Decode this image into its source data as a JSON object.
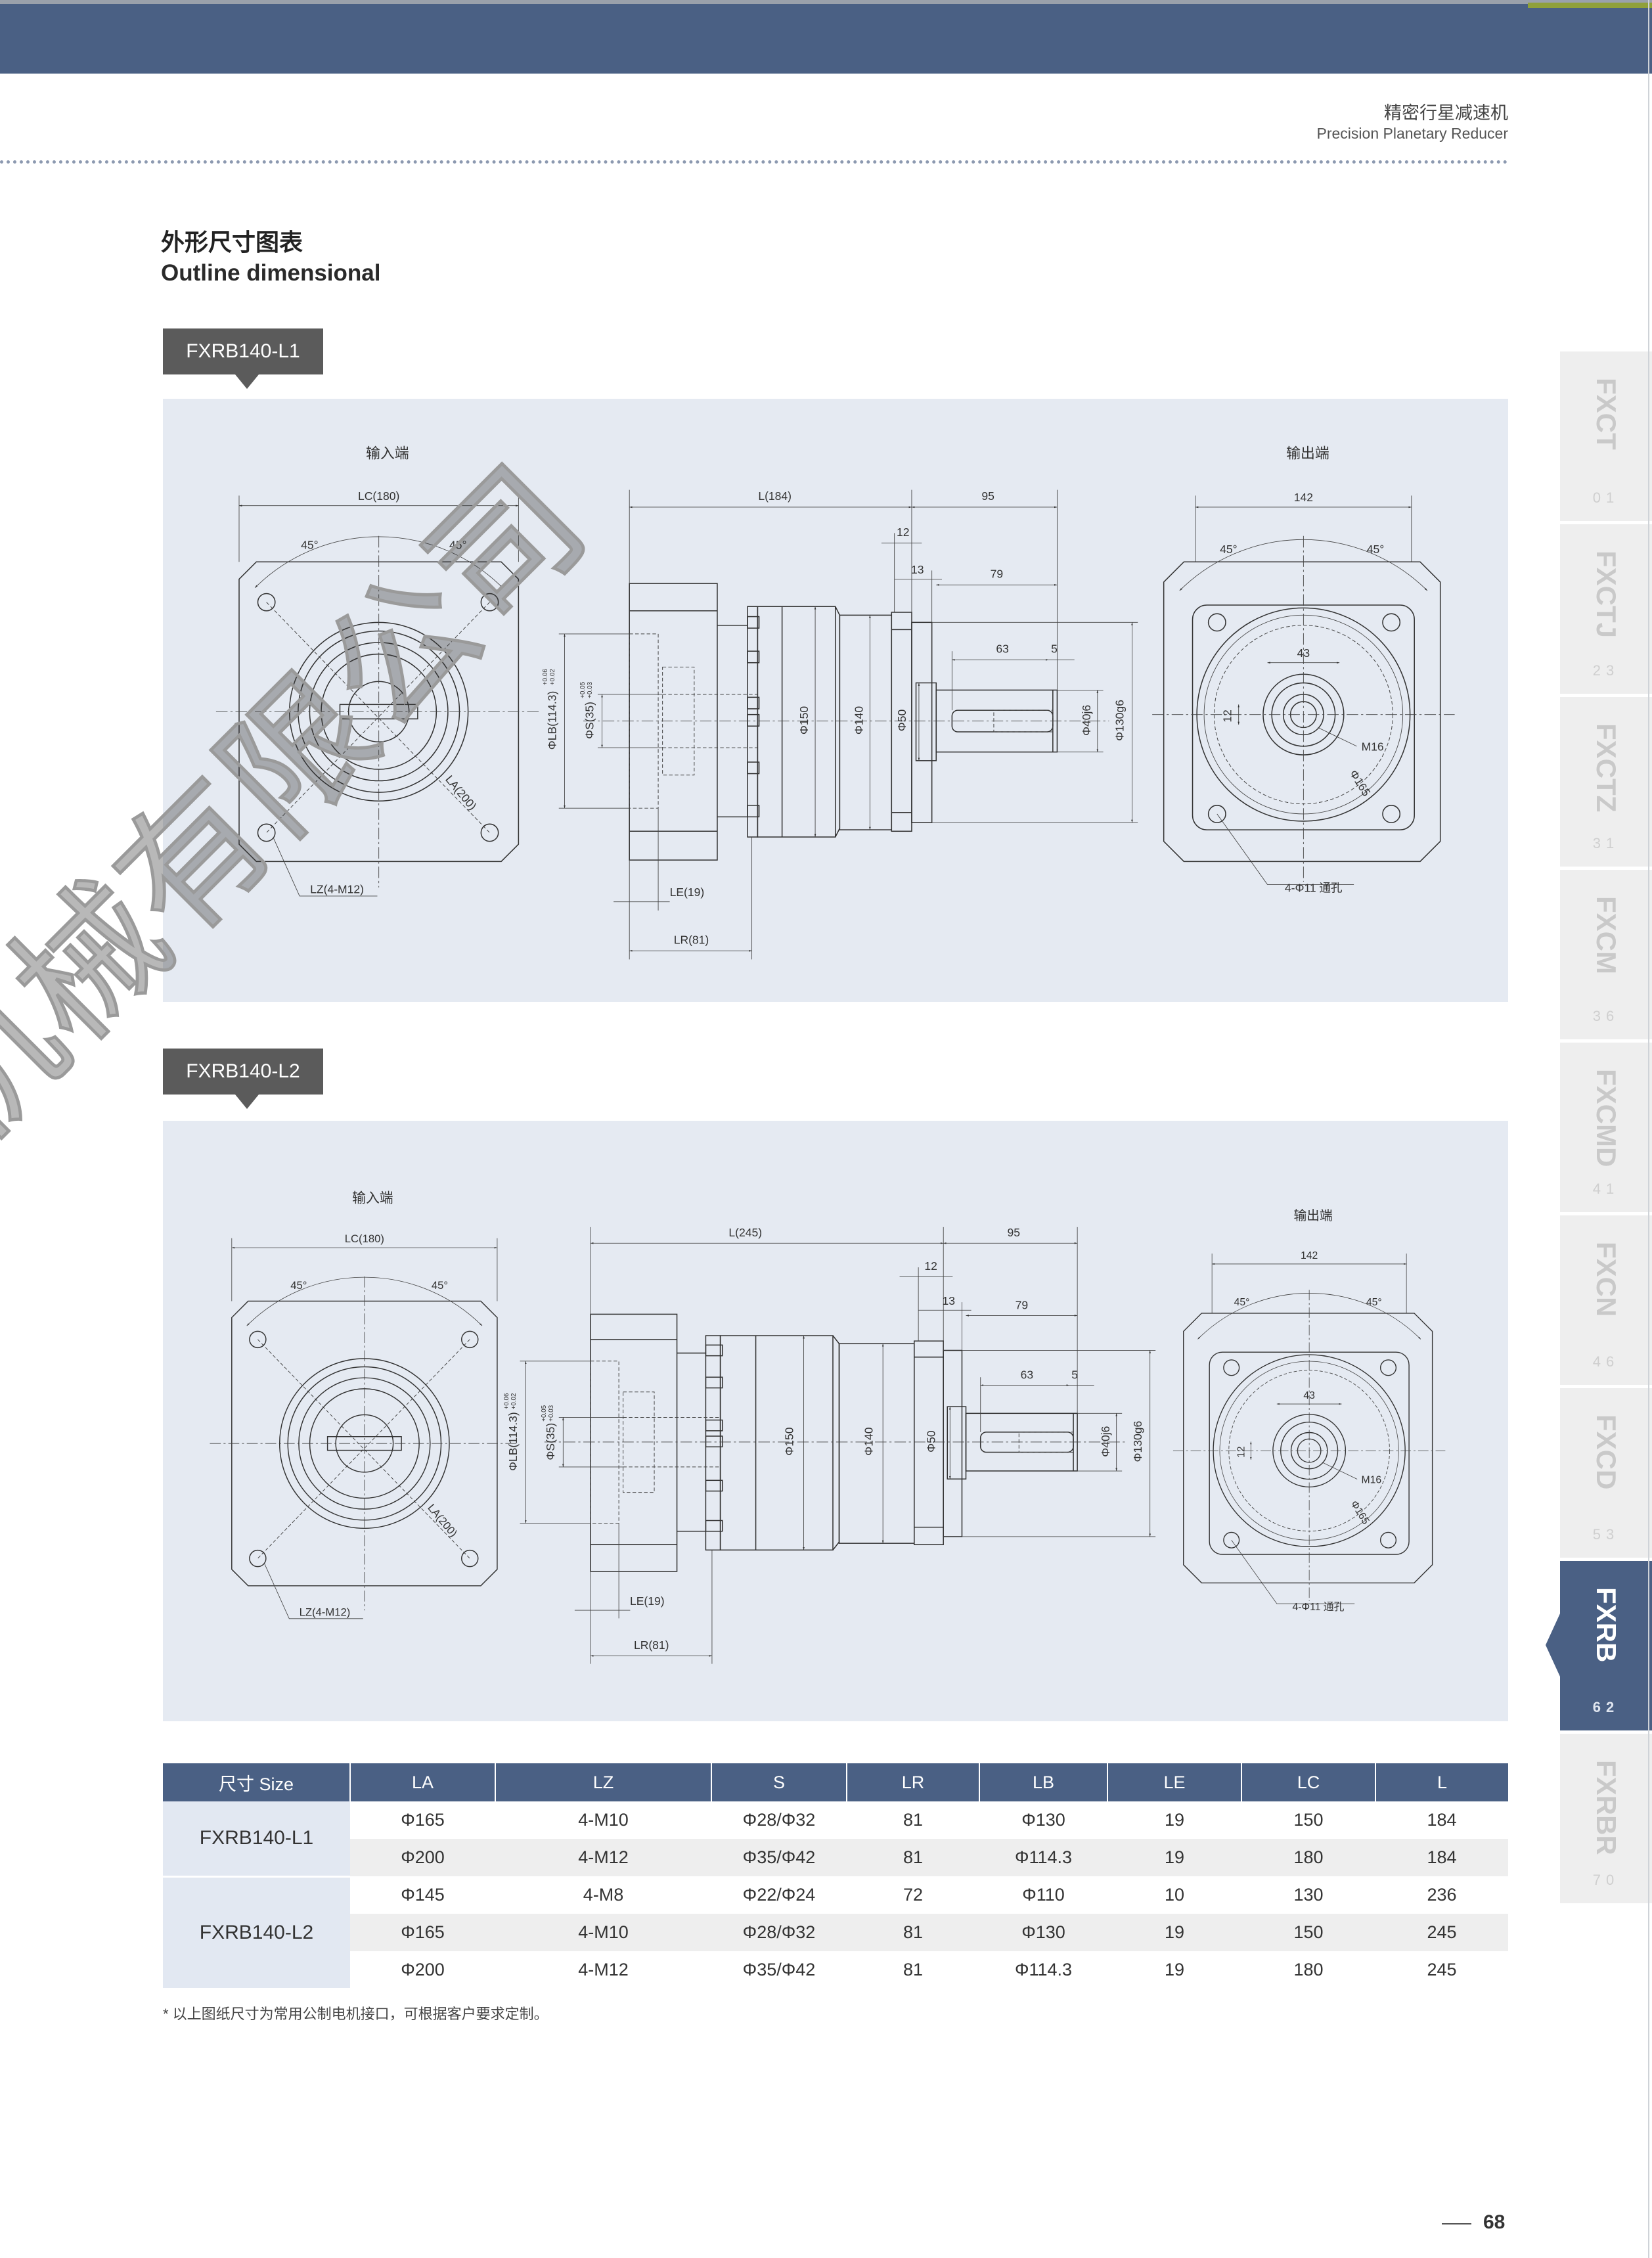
{
  "header": {
    "title_cn": "精密行星减速机",
    "title_en": "Precision Planetary Reducer"
  },
  "section": {
    "title_cn": "外形尺寸图表",
    "title_en": "Outline dimensional"
  },
  "watermark": "机械有限公司",
  "drawings": [
    {
      "tag": "FXRB140-L1",
      "input_label": "输入端",
      "output_label": "输出端",
      "labels": {
        "lc": "LC(180)",
        "a45": "45°",
        "la": "LA(200)",
        "lz": "LZ(4-M12)",
        "l": "L(184)",
        "d95": "95",
        "d12": "12",
        "d13": "13",
        "d79": "79",
        "d63": "63",
        "d5": "5",
        "lb": "ΦLB(114.3)",
        "lb_tol_up": "+0.06",
        "lb_tol_dn": "+0.02",
        "s": "ΦS(35)",
        "s_tol_up": "+0.05",
        "s_tol_dn": "+0.03",
        "d150": "Φ150",
        "d140": "Φ140",
        "d50": "Φ50",
        "d40": "Φ40j6",
        "d130": "Φ130g6",
        "le": "LE(19)",
        "lr": "LR(81)",
        "o142": "142",
        "o45": "45°",
        "o43": "43",
        "o12": "12",
        "m16": "M16",
        "o165": "Φ165",
        "holes": "4-Φ11 通孔"
      }
    },
    {
      "tag": "FXRB140-L2",
      "input_label": "输入端",
      "output_label": "输出端",
      "labels": {
        "lc": "LC(180)",
        "a45": "45°",
        "la": "LA(200)",
        "lz": "LZ(4-M12)",
        "l": "L(245)",
        "d95": "95",
        "d12": "12",
        "d13": "13",
        "d79": "79",
        "d63": "63",
        "d5": "5",
        "lb": "ΦLB(114.3)",
        "lb_tol_up": "+0.06",
        "lb_tol_dn": "+0.02",
        "s": "ΦS(35)",
        "s_tol_up": "+0.05",
        "s_tol_dn": "+0.03",
        "d150": "Φ150",
        "d140": "Φ140",
        "d50": "Φ50",
        "d40": "Φ40j6",
        "d130": "Φ130g6",
        "le": "LE(19)",
        "lr": "LR(81)",
        "o142": "142",
        "o45": "45°",
        "o43": "43",
        "o12": "12",
        "m16": "M16",
        "o165": "Φ165",
        "holes": "4-Φ11 通孔"
      }
    }
  ],
  "table": {
    "headers": [
      "尺寸 Size",
      "LA",
      "LZ",
      "S",
      "LR",
      "LB",
      "LE",
      "LC",
      "L"
    ],
    "groups": [
      {
        "name": "FXRB140-L1",
        "rows": [
          [
            "Φ165",
            "4-M10",
            "Φ28/Φ32",
            "81",
            "Φ130",
            "19",
            "150",
            "184"
          ],
          [
            "Φ200",
            "4-M12",
            "Φ35/Φ42",
            "81",
            "Φ114.3",
            "19",
            "180",
            "184"
          ]
        ]
      },
      {
        "name": "FXRB140-L2",
        "rows": [
          [
            "Φ145",
            "4-M8",
            "Φ22/Φ24",
            "72",
            "Φ110",
            "10",
            "130",
            "236"
          ],
          [
            "Φ165",
            "4-M10",
            "Φ28/Φ32",
            "81",
            "Φ130",
            "19",
            "150",
            "245"
          ],
          [
            "Φ200",
            "4-M12",
            "Φ35/Φ42",
            "81",
            "Φ114.3",
            "19",
            "180",
            "245"
          ]
        ]
      }
    ]
  },
  "footnote": "* 以上图纸尺寸为常用公制电机接口，可根据客户要求定制。",
  "page_number": "68",
  "sidebar": {
    "active_index": 7,
    "tabs": [
      {
        "label": "FXCT",
        "page": "01"
      },
      {
        "label": "FXCTJ",
        "page": "23"
      },
      {
        "label": "FXCTZ",
        "page": "31"
      },
      {
        "label": "FXCM",
        "page": "36"
      },
      {
        "label": "FXCMD",
        "page": "41"
      },
      {
        "label": "FXCN",
        "page": "46"
      },
      {
        "label": "FXCD",
        "page": "53"
      },
      {
        "label": "FXRB",
        "page": "62"
      },
      {
        "label": "FXRBR",
        "page": "70"
      }
    ]
  },
  "colors": {
    "brand": "#4a6084",
    "panel": "#e5eaf2",
    "accent": "#8fa03a",
    "tag": "#5b5b5b"
  }
}
